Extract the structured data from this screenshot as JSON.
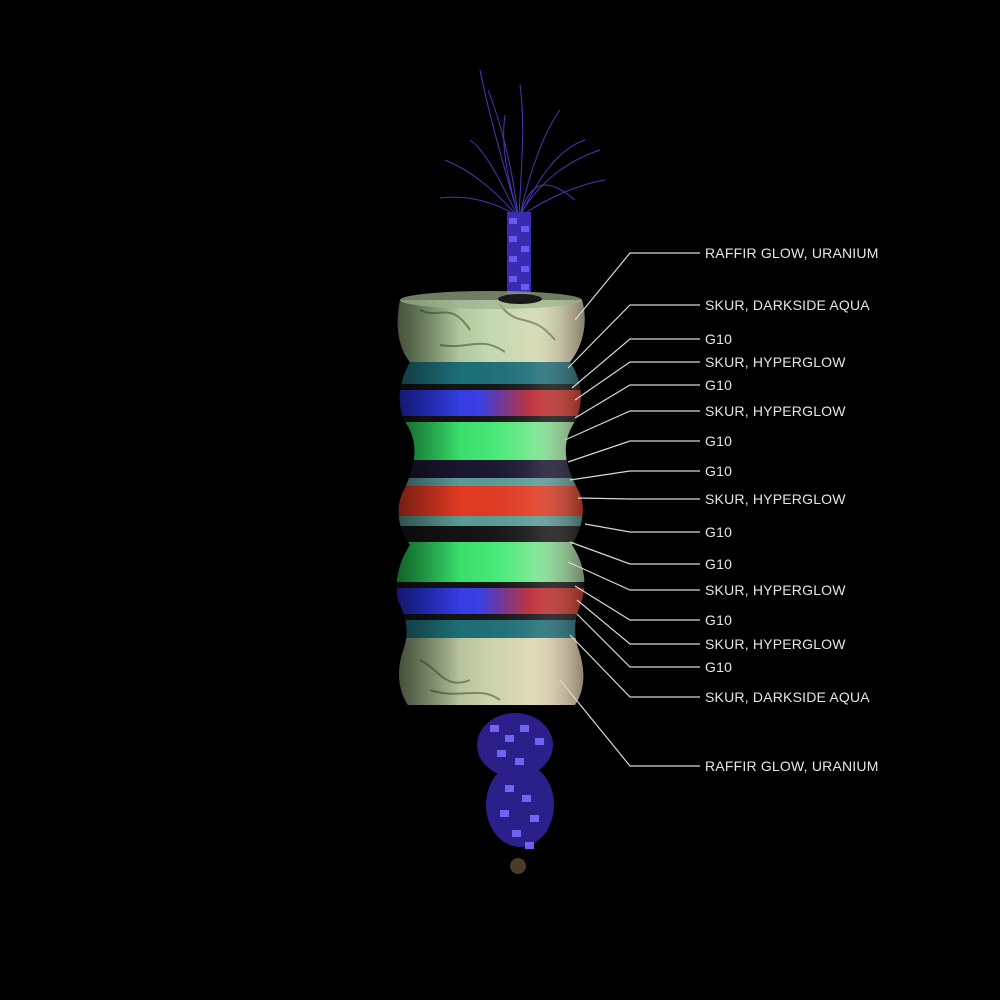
{
  "labels": [
    "RAFFIR GLOW, URANIUM",
    "SKUR, DARKSIDE AQUA",
    "G10",
    "SKUR, HYPERGLOW",
    "G10",
    "SKUR, HYPERGLOW",
    "G10",
    "G10",
    "SKUR, HYPERGLOW",
    "G10",
    "G10",
    "SKUR, HYPERGLOW",
    "G10",
    "SKUR, HYPERGLOW",
    "G10",
    "SKUR, DARKSIDE AQUA",
    "RAFFIR GLOW, URANIUM"
  ],
  "colors": {
    "background": "#000000",
    "label_text": "#e6e6e6",
    "leader_line": "#d8d8d8",
    "cord": "#4a3ad0",
    "uranium_glow": "#b9d7a6",
    "darkside_aqua": "#1e6f78",
    "hyperglow_blue": "#2430d8",
    "hyperglow_red": "#e23a22",
    "hyperglow_green": "#38e36a",
    "g10_dark": "#141414"
  },
  "icons": {
    "subject": "bead-stack-icon"
  }
}
